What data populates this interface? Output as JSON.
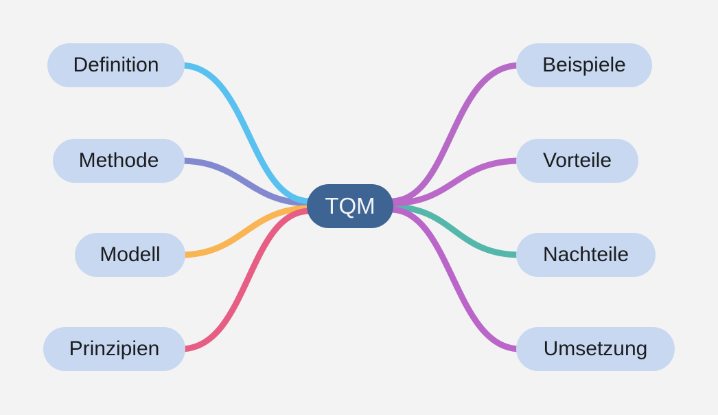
{
  "mindmap": {
    "background_color": "#f4f3f4",
    "node_fill_color": "#c7d8f0",
    "node_text_color": "#1b1c1e",
    "center": {
      "label": "TQM",
      "fill_color": "#3d6492",
      "text_color": "#f2f4f8"
    },
    "left_nodes": [
      {
        "label": "Definition",
        "branch_color": "#58c1f0"
      },
      {
        "label": "Methode",
        "branch_color": "#8289cf"
      },
      {
        "label": "Modell",
        "branch_color": "#f9b453"
      },
      {
        "label": "Prinzipien",
        "branch_color": "#e75e85"
      }
    ],
    "right_nodes": [
      {
        "label": "Beispiele",
        "branch_color": "#b769c6"
      },
      {
        "label": "Vorteile",
        "branch_color": "#ba69c8"
      },
      {
        "label": "Nachteile",
        "branch_color": "#55b7aa"
      },
      {
        "label": "Umsetzung",
        "branch_color": "#ba66c8"
      }
    ]
  }
}
